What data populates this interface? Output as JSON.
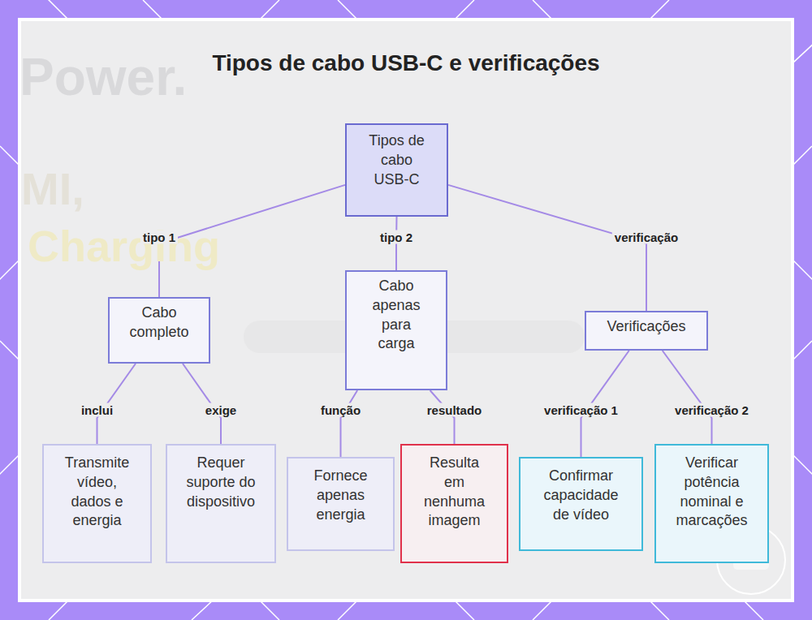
{
  "diagram": {
    "title": "Tipos de cabo USB-C e verificações",
    "nodes": [
      {
        "text": [
          "Tipos de cabo USB-C"
        ]
      },
      {
        "text": [
          "Cabo completo"
        ]
      },
      {
        "text": [
          "Cabo apenas para carga"
        ]
      },
      {
        "text": [
          "Verificações"
        ]
      },
      {
        "text": [
          "Transmite vídeo, dados e energia"
        ]
      },
      {
        "text": [
          "Requer suporte do dispositivo"
        ]
      },
      {
        "text": [
          "Fornece apenas energia"
        ]
      },
      {
        "text": [
          "Resulta em nenhuma imagem"
        ]
      },
      {
        "text": [
          "Confirmar capacidade de vídeo"
        ]
      },
      {
        "text": [
          "Verificar potência nominal e marcações"
        ]
      }
    ],
    "edges": [
      {
        "from": 0,
        "to": 1,
        "label": "tipo 1",
        "arrow": "none"
      },
      {
        "from": 0,
        "to": 2,
        "label": "tipo 2",
        "arrow": "none"
      },
      {
        "from": 0,
        "to": 3,
        "label": "verificação",
        "arrow": "none"
      },
      {
        "from": 1,
        "to": 4,
        "label": "inclui",
        "arrow": "none"
      },
      {
        "from": 1,
        "to": 5,
        "label": "exige",
        "arrow": "none"
      },
      {
        "from": 2,
        "to": 6,
        "label": "função",
        "arrow": "none"
      },
      {
        "from": 2,
        "to": 7,
        "label": "resultado",
        "arrow": "none"
      },
      {
        "from": 3,
        "to": 8,
        "label": "verificação 1",
        "arrow": "none"
      },
      {
        "from": 3,
        "to": 9,
        "label": "verificação 2",
        "arrow": "none"
      }
    ],
    "labels": [
      "Power.",
      "MI,",
      "Charging"
    ]
  }
}
